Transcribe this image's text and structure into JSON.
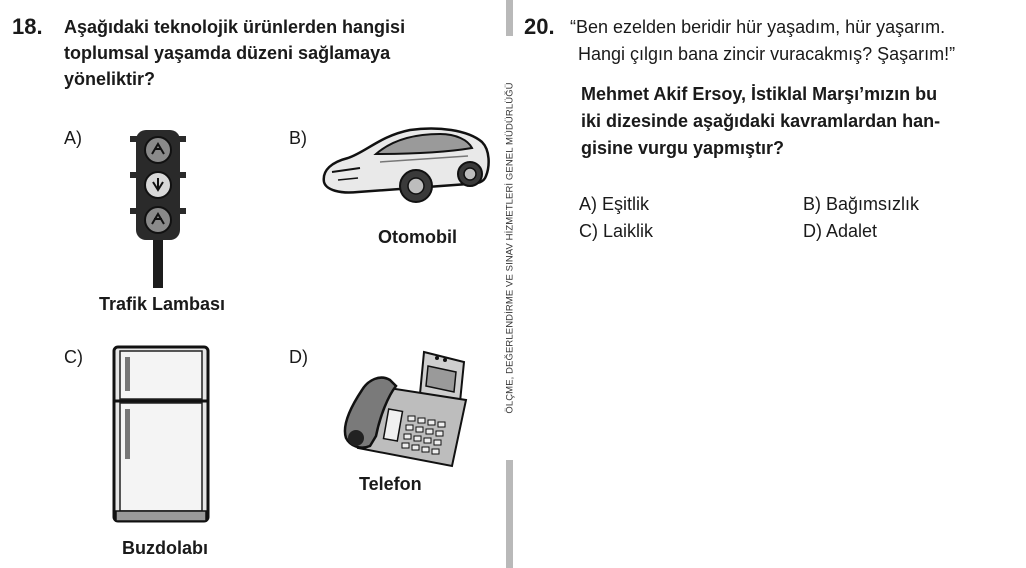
{
  "q18": {
    "number": "18.",
    "stem_line1": "Aşağıdaki teknolojik ürünlerden hangisi",
    "stem_line2": "toplumsal yaşamda düzeni sağlamaya",
    "stem_line3": "yöneliktir?",
    "options": [
      {
        "letter": "A)",
        "caption": "Trafik Lambası",
        "icon": "traffic-light-icon"
      },
      {
        "letter": "B)",
        "caption": "Otomobil",
        "icon": "car-icon"
      },
      {
        "letter": "C)",
        "caption": "Buzdolabı",
        "icon": "refrigerator-icon"
      },
      {
        "letter": "D)",
        "caption": "Telefon",
        "icon": "telephone-icon"
      }
    ]
  },
  "side_label": "ÖLÇME, DEĞERLENDİRME VE SINAV HİZMETLERİ GENEL MÜDÜRLÜĞÜ",
  "q20": {
    "number": "20.",
    "quote_line1": "“Ben ezelden beridir hür yaşadım, hür yaşarım.",
    "quote_line2": "Hangi çılgın bana zincir vuracakmış? Şaşarım!”",
    "stem_line1": "Mehmet Akif Ersoy, İstiklal Marşı’mızın bu",
    "stem_line2": "iki dizesinde aşağıdaki kavramlardan han-",
    "stem_line3": "gisine vurgu yapmıştır?",
    "options": [
      {
        "label": "A) Eşitlik"
      },
      {
        "label": "B) Bağımsızlık"
      },
      {
        "label": "C) Laiklik"
      },
      {
        "label": "D) Adalet"
      }
    ]
  },
  "colors": {
    "divider": "#b9b9b9",
    "text": "#1a1a1a"
  }
}
